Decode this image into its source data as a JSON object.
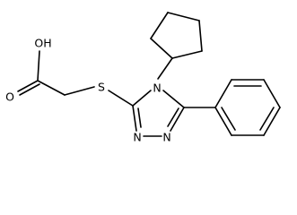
{
  "molecule": {
    "atoms": {
      "oh": "OH",
      "o_carbonyl": "O",
      "s": "S",
      "n4": "N",
      "n2": "N",
      "n1": "N"
    }
  }
}
